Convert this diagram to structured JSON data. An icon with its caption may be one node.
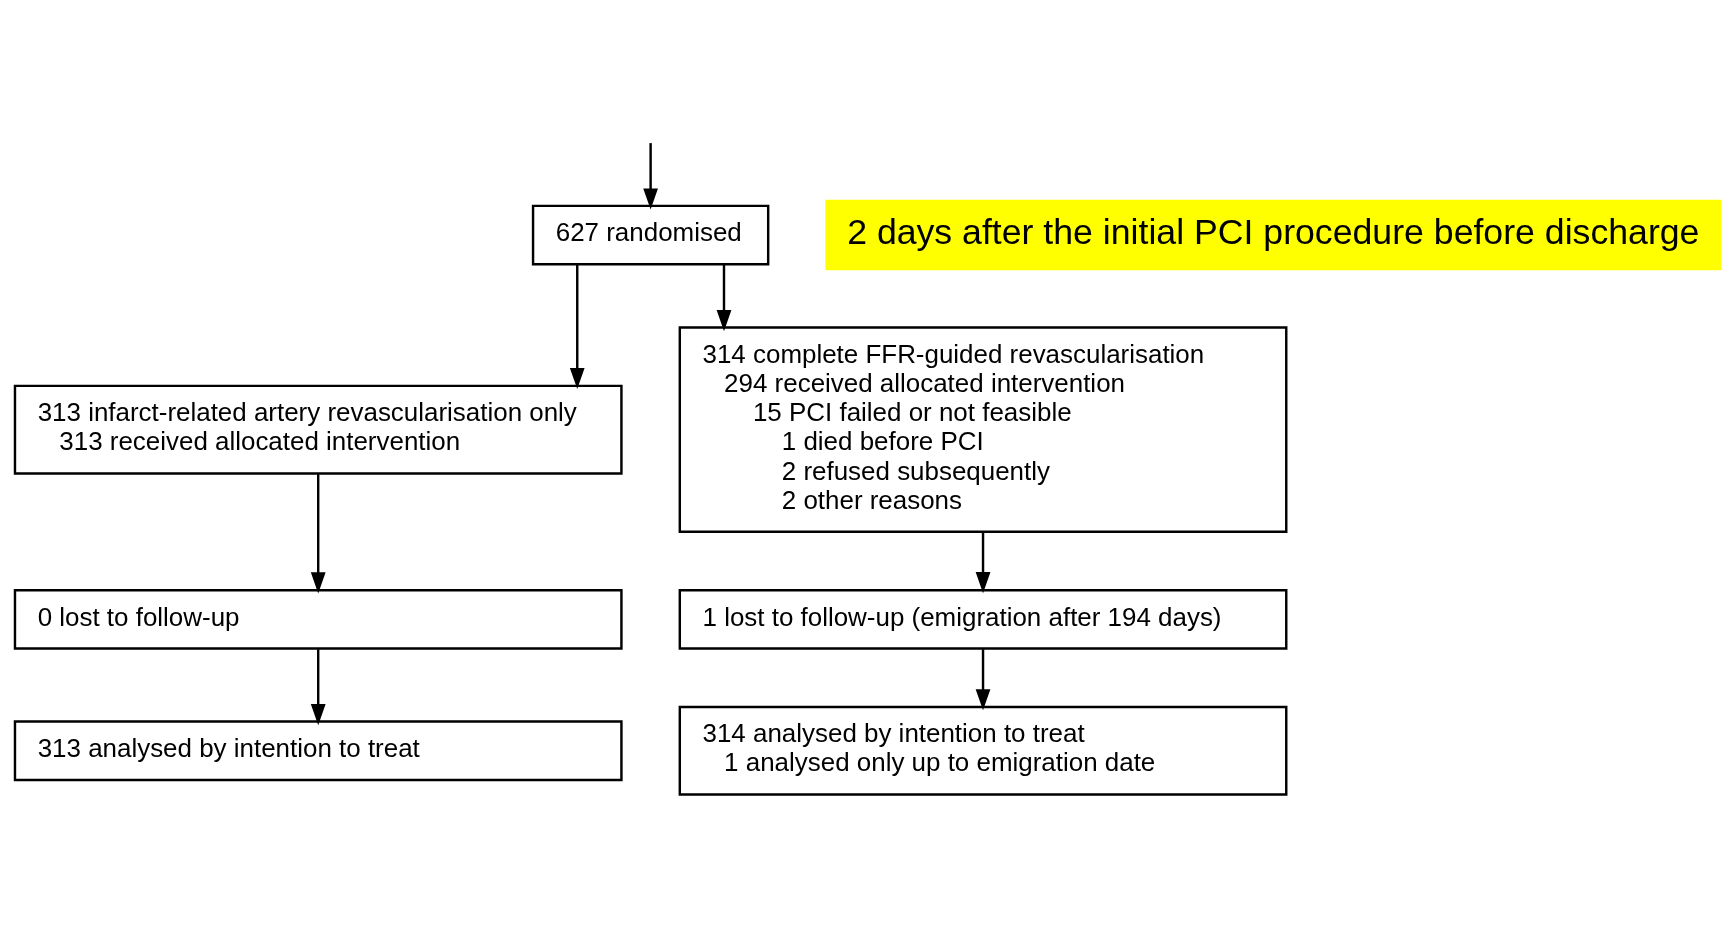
{
  "diagram": {
    "nodes": [
      {
        "text": [
          "627 randomised"
        ]
      },
      {
        "text": [
          "313 infarct-related artery revascularisation only",
          "313 received allocated intervention"
        ]
      },
      {
        "text": [
          "314 complete FFR-guided revascularisation",
          "294 received allocated intervention",
          "15 PCI failed or not feasible",
          "1 died before PCI",
          "2 refused subsequently",
          "2 other reasons"
        ]
      },
      {
        "text": [
          "0 lost to follow-up"
        ]
      },
      {
        "text": [
          "1 lost to follow-up (emigration after 194 days)"
        ]
      },
      {
        "text": [
          "313 analysed by intention to treat"
        ]
      },
      {
        "text": [
          "314 analysed by intention to treat",
          "1 analysed only up to emigration date"
        ]
      }
    ],
    "edges": [
      {
        "from": null,
        "to": 0,
        "arrow": "to"
      },
      {
        "from": 0,
        "to": 1,
        "arrow": "to"
      },
      {
        "from": 0,
        "to": 2,
        "arrow": "to"
      },
      {
        "from": 1,
        "to": 3,
        "arrow": "to"
      },
      {
        "from": 2,
        "to": 4,
        "arrow": "to"
      },
      {
        "from": 3,
        "to": 5,
        "arrow": "to"
      },
      {
        "from": 4,
        "to": 6,
        "arrow": "to"
      }
    ],
    "labels": [
      "2 days after the initial PCI procedure before discharge"
    ]
  }
}
